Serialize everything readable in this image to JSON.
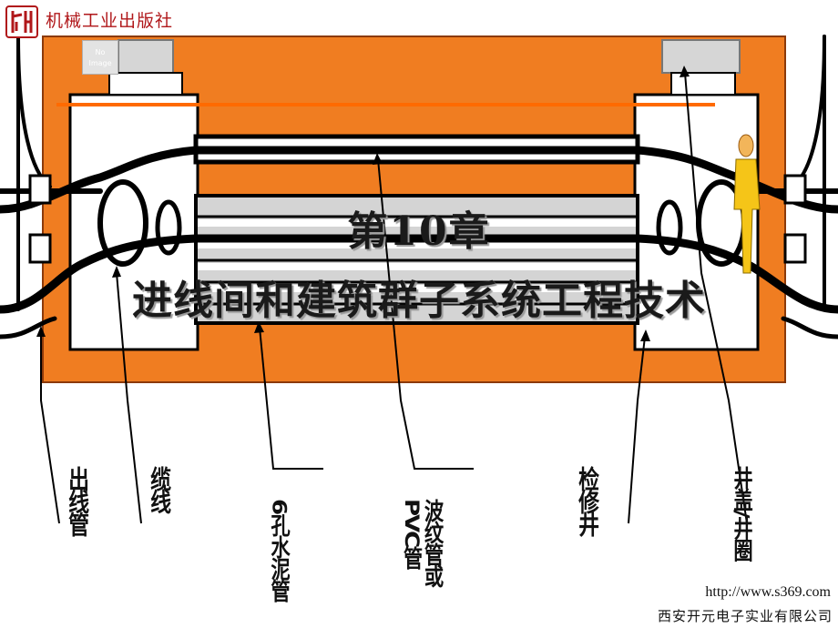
{
  "header": {
    "publisher": "机械工业出版社",
    "logo_icon": "publisher-seal-icon",
    "placeholder_image_text": "No Image"
  },
  "slide": {
    "chapter": "第10章",
    "title": "进线间和建筑群子系统工程技术"
  },
  "diagram": {
    "labels": {
      "outlet_pipe": "出线管",
      "cable": "缆线",
      "cement_pipe": "6孔水泥管",
      "corrugated_pipe": "波纹管或PVC管",
      "manhole": "检修井",
      "manhole_cover": "井盖/井圈"
    },
    "colors": {
      "wall": "#f07d21",
      "wall_edge": "#8b3a0a",
      "marker_line": "#ff6a00",
      "pipe_fill": "#d4d4d4",
      "cable": "#000000"
    }
  },
  "footer": {
    "url": "http://www.s369.com",
    "company": "西安开元电子实业有限公司"
  }
}
